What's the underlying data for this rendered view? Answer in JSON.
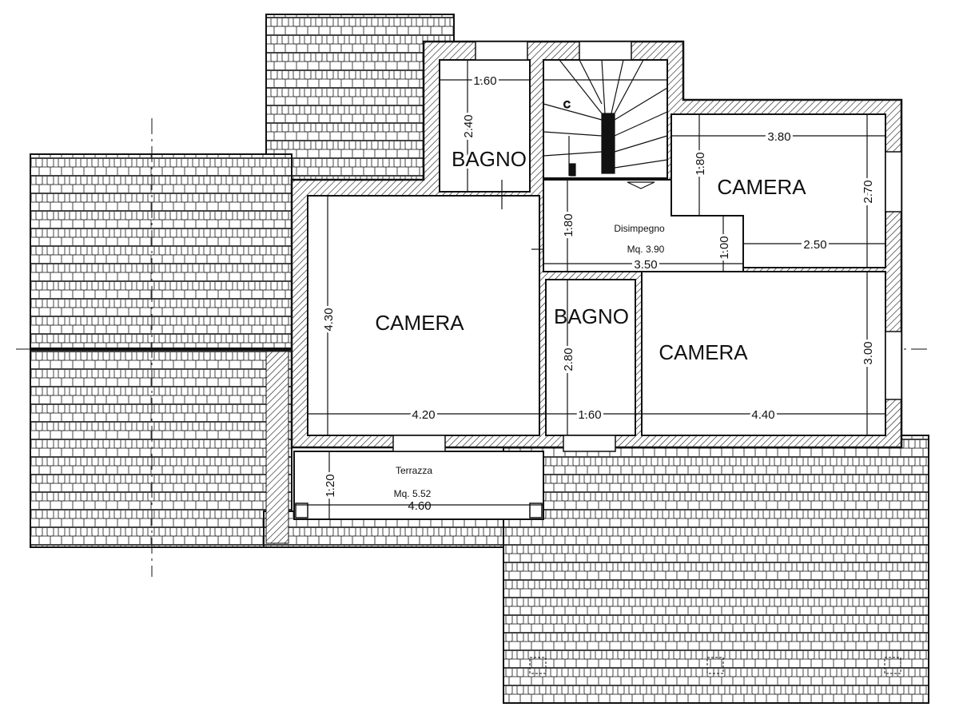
{
  "rooms": {
    "bagno_top": "BAGNO",
    "camera_top_right": "CAMERA",
    "disimpegno": "Disimpegno",
    "disimpegno_area": "Mq. 3.90",
    "camera_left": "CAMERA",
    "bagno_mid": "BAGNO",
    "camera_bottom_right": "CAMERA",
    "terrazza": "Terrazza",
    "terrazza_area": "Mq. 5.52"
  },
  "dimensions": {
    "bagno_top_w": "1.60",
    "bagno_top_h": "2.40",
    "camera_tr_w": "3.80",
    "camera_tr_h1": "1.80",
    "camera_tr_h2": "2.70",
    "camera_tr_w2": "2.50",
    "dis_h": "1.80",
    "dis_h2": "1.00",
    "dis_w": "3.50",
    "camera_left_h": "4.30",
    "camera_left_w": "4.20",
    "bagno_mid_h": "2.80",
    "bagno_mid_w": "1.60",
    "camera_br_h": "3.00",
    "camera_br_w": "4.40",
    "terrazza_h": "1.20",
    "terrazza_w": "4.60"
  },
  "stair_mark": "C"
}
